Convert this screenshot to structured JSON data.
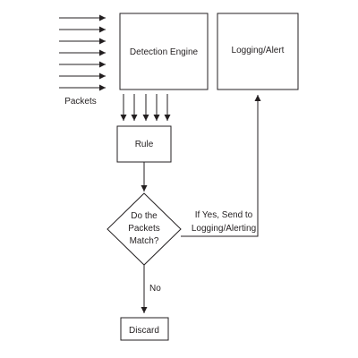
{
  "diagram": {
    "nodes": {
      "detection_engine": "Detection Engine",
      "logging_alert": "Logging/Alert",
      "rule": "Rule",
      "decision_line1": "Do the",
      "decision_line2": "Packets",
      "decision_line3": "Match?",
      "discard": "Discard"
    },
    "labels": {
      "packets": "Packets",
      "yes_line1": "If Yes, Send to",
      "yes_line2": "Logging/Alerting",
      "no": "No"
    }
  }
}
